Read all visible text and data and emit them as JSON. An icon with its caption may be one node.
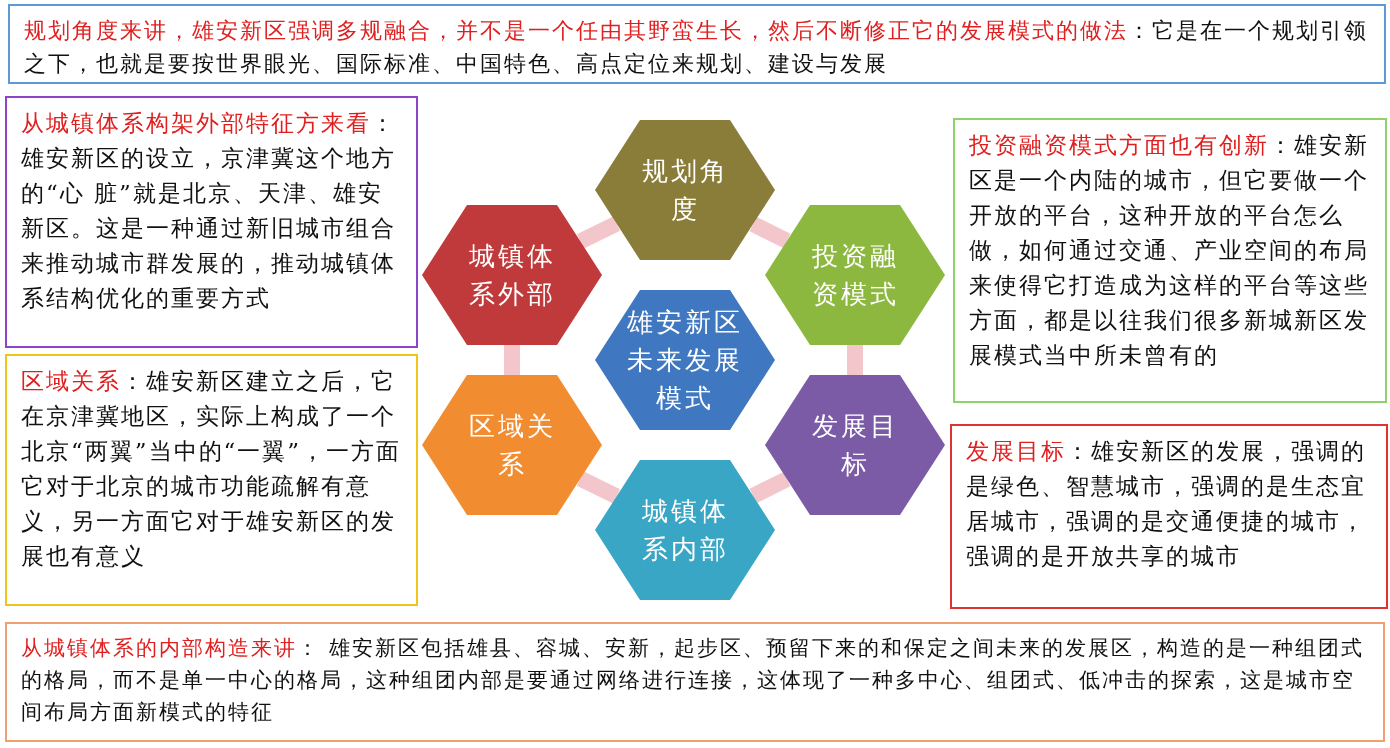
{
  "diagram": {
    "nodes": [
      {
        "text": [
          "规划角度来讲，雄安新区强调多规融合，并不是一个任由其野蛮生长，然后不断修正它的发展模式的做法",
          "：它是在一个规划引领之下，也就是要按世界眼光、国际标准、中国特色、高点定位来规划、建设与发展"
        ]
      },
      {
        "text": [
          "从城镇体系构架外部特征方来看",
          "：雄安新区的设立，京津冀这个地方的“心 脏”就是北京、天津、雄安新区。这是一种通过新旧城市组合来推动城市群发展的，推动城镇体系结构优化的重要方式"
        ]
      },
      {
        "text": [
          "区域关系",
          "：雄安新区建立之后，它在京津冀地区，实际上构成了一个北京“两翼”当中的“一翼”，一方面它对于北京的城市功能疏解有意义，另一方面它对于雄安新区的发展也有意义"
        ]
      },
      {
        "text": [
          "投资融资模式方面也有创新",
          "：雄安新区是一个内陆的城市，但它要做一个开放的平台，这种开放的平台怎么做，如何通过交通、产业空间的布局来使得它打造成为这样的平台等这些方面，都是以往我们很多新城新区发展模式当中所未曾有的"
        ]
      },
      {
        "text": [
          "发展目标",
          "：雄安新区的发展，强调的是绿色、智慧城市，强调的是生态宜居城市，强调的是交通便捷的城市，强调的是开放共享的城市"
        ]
      },
      {
        "text": [
          "从城镇体系的内部构造来讲",
          "：  雄安新区包括雄县、容城、安新，起步区、预留下来的和保定之间未来的发展区，构造的是一种组团式的格局，而不是单一中心的格局，这种组团内部是要通过网络进行连接，这体现了一种多中心、组团式、低冲击的探索，这是城市空间布局方面新模式的特征"
        ]
      },
      {
        "text": [
          "规划角度"
        ]
      },
      {
        "text": [
          "城镇体系外部"
        ]
      },
      {
        "text": [
          "投资融资模式"
        ]
      },
      {
        "text": [
          "雄安新区未来发展模式"
        ]
      },
      {
        "text": [
          "区域关系"
        ]
      },
      {
        "text": [
          "发展目标"
        ]
      },
      {
        "text": [
          "城镇体系内部"
        ]
      }
    ],
    "edges": [
      {
        "from": 6,
        "to": 8,
        "arrow": "none"
      },
      {
        "from": 8,
        "to": 11,
        "arrow": "none"
      },
      {
        "from": 11,
        "to": 12,
        "arrow": "none"
      },
      {
        "from": 12,
        "to": 10,
        "arrow": "none"
      },
      {
        "from": 10,
        "to": 7,
        "arrow": "none"
      },
      {
        "from": 7,
        "to": 6,
        "arrow": "none"
      }
    ]
  }
}
